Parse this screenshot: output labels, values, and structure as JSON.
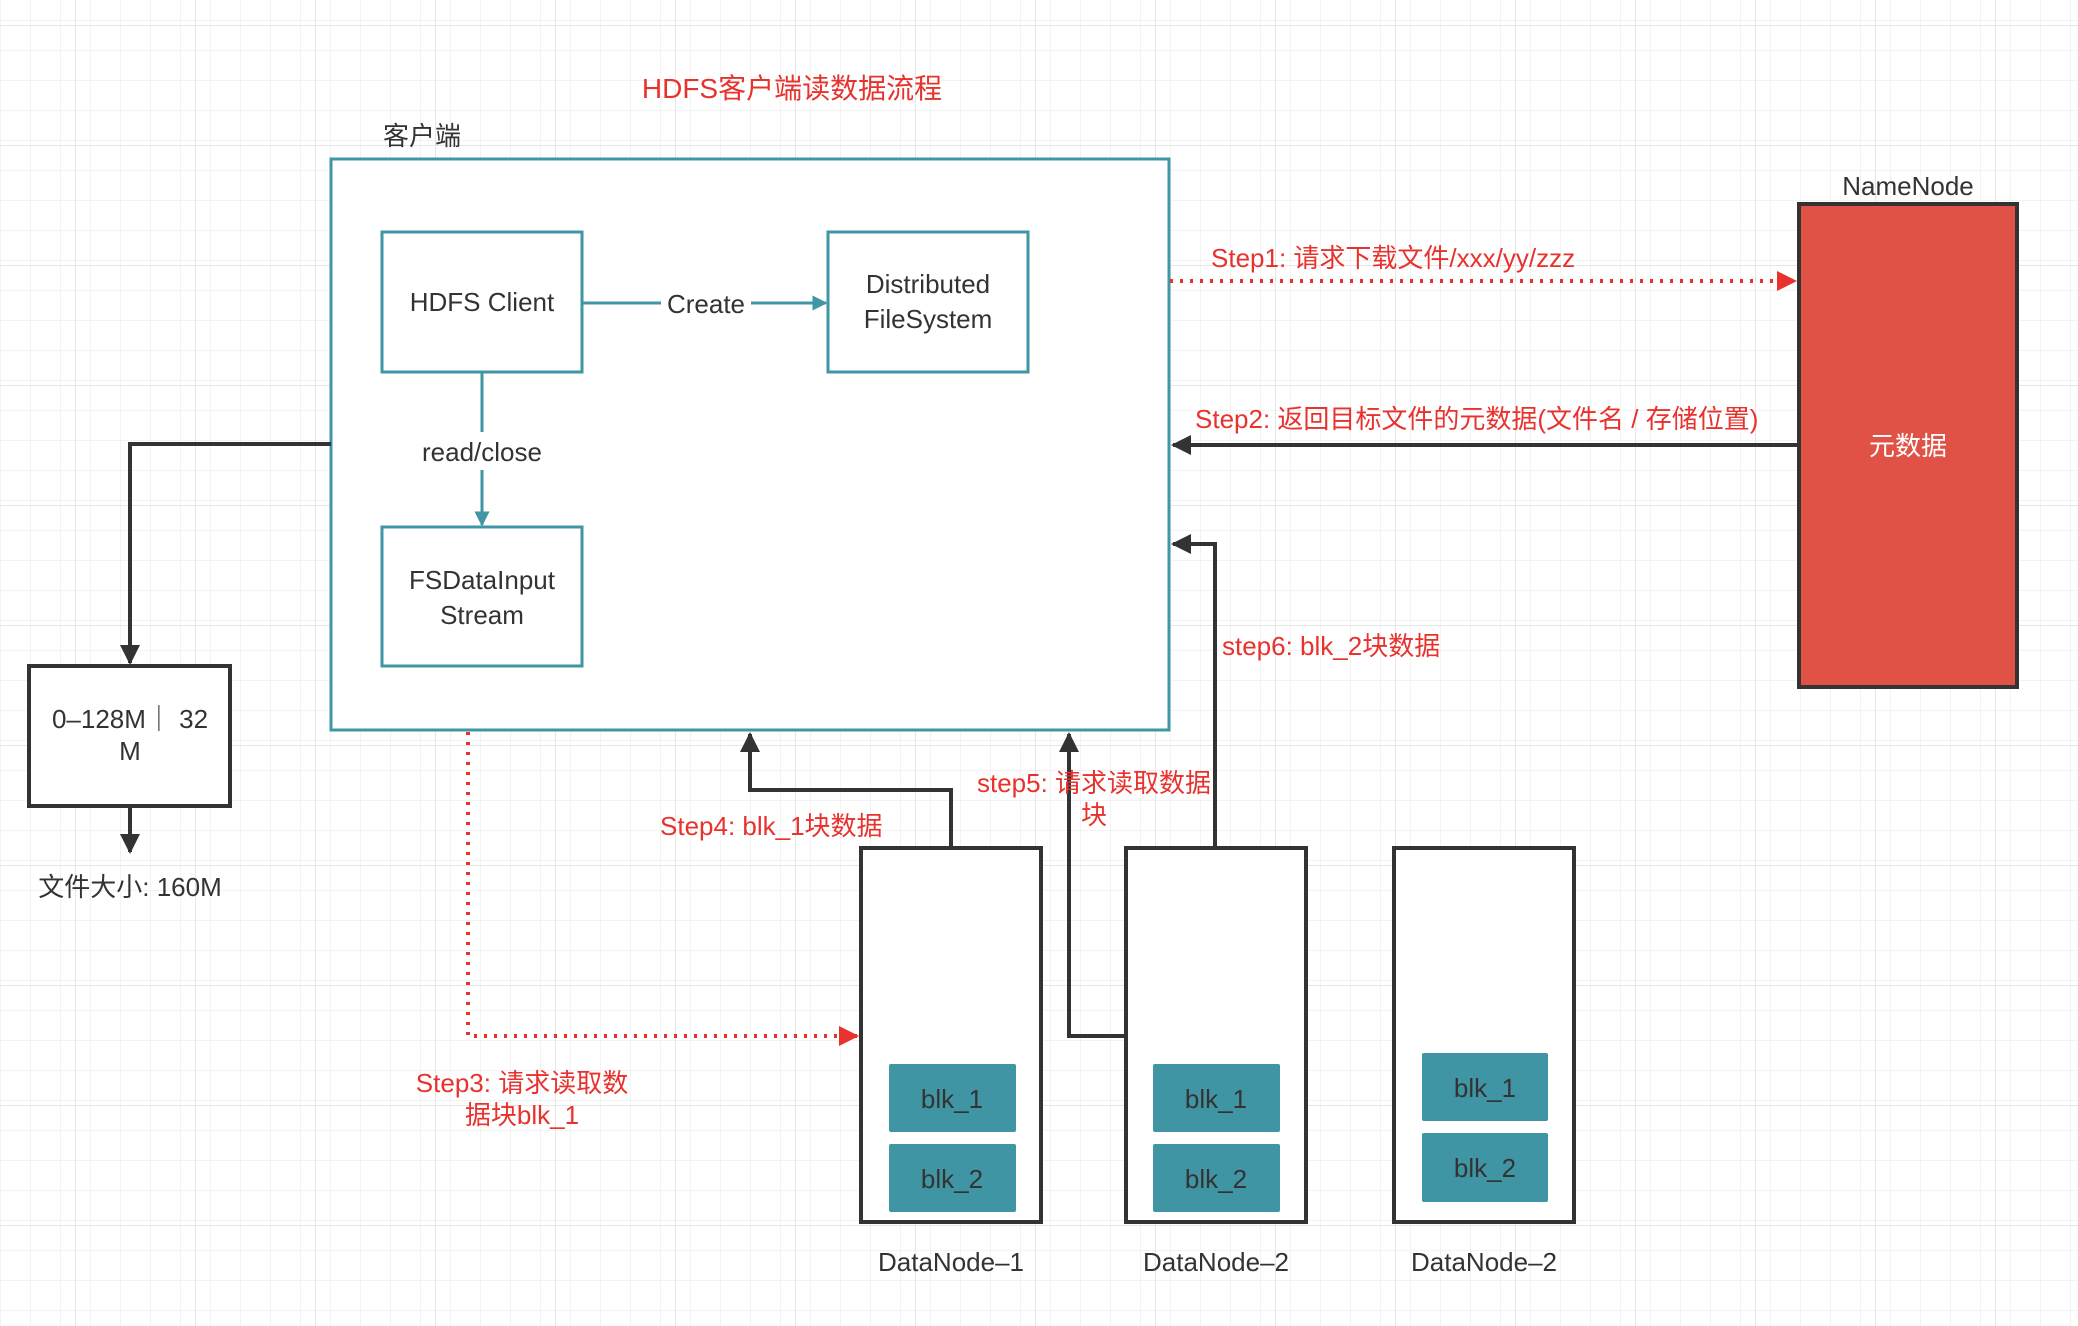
{
  "title": "HDFS客户端读数据流程",
  "colors": {
    "teal": "#4196a6",
    "red": "#e8322d",
    "namenode_fill": "#e05246",
    "block_fill": "#4095a5",
    "dark": "#333333"
  },
  "client": {
    "label": "客户端",
    "hdfs_client": "HDFS Client",
    "dfs_line1": "Distributed",
    "dfs_line2": "FileSystem",
    "fsdis_line1": "FSDataInput",
    "fsdis_line2": "Stream",
    "create_label": "Create",
    "read_close_label": "read/close"
  },
  "file": {
    "line1": "0–128M｜ 32",
    "line2": "M",
    "size_label": "文件大小: 160M"
  },
  "namenode": {
    "label": "NameNode",
    "content": "元数据"
  },
  "steps": {
    "step1": "Step1: 请求下载文件/xxx/yy/zzz",
    "step2": "Step2: 返回目标文件的元数据(文件名 / 存储位置)",
    "step3_line1": "Step3: 请求读取数",
    "step3_line2": "据块blk_1",
    "step4": "Step4: blk_1块数据",
    "step5_line1": "step5: 请求读取数据",
    "step5_line2": "块",
    "step6": "step6: blk_2块数据"
  },
  "datanodes": [
    {
      "label": "DataNode–1",
      "blocks": [
        "blk_1",
        "blk_2"
      ]
    },
    {
      "label": "DataNode–2",
      "blocks": [
        "blk_1",
        "blk_2"
      ]
    },
    {
      "label": "DataNode–2",
      "blocks": [
        "blk_1",
        "blk_2"
      ]
    }
  ]
}
